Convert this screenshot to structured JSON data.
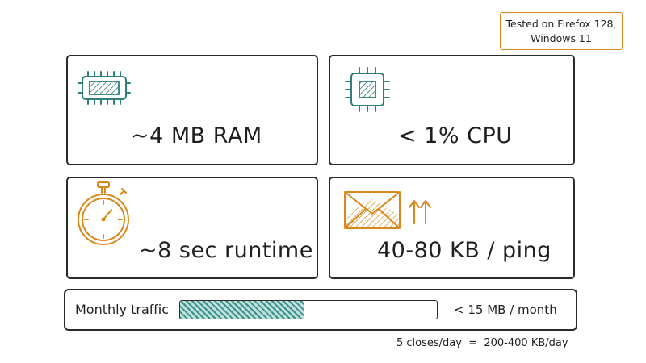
{
  "note": {
    "line1": "Tested on Firefox 128,",
    "line2": "Windows 11"
  },
  "cards": {
    "ram": {
      "text": "~4 MB RAM",
      "icon": "memory-chip-icon"
    },
    "cpu": {
      "text": "< 1%  CPU",
      "icon": "cpu-chip-icon"
    },
    "runtime": {
      "text": "~8 sec runtime",
      "icon": "stopwatch-icon"
    },
    "network": {
      "text": "40-80 KB / ping",
      "icon": "envelope-upload-icon"
    }
  },
  "traffic": {
    "label": "Monthly traffic",
    "value": "< 15 MB / month",
    "fill_fraction": 0.48
  },
  "footnote": "5 closes/day  =  200-400 KB/day",
  "colors": {
    "teal": "#2f7f7a",
    "orange": "#d9891c",
    "ink": "#2a2a2a"
  }
}
